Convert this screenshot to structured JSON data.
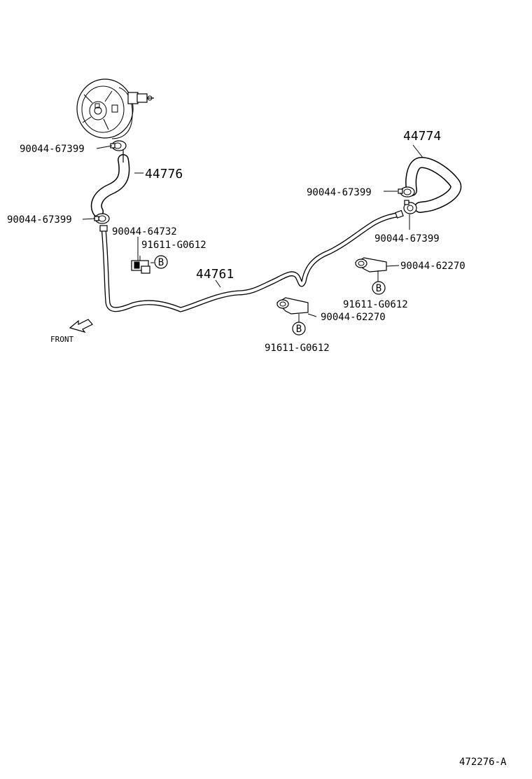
{
  "labels": {
    "clamp_booster_top": "90044-67399",
    "hose_upper_left": "44776",
    "clamp_left_lower": "90044-67399",
    "clip_left": "90044-64732",
    "bolt_left": "91611-G0612",
    "tube_main": "44761",
    "hose_right": "44774",
    "clamp_right_upper": "90044-67399",
    "clamp_right_lower": "90044-67399",
    "clamp_bracket_right": "90044-62270",
    "bolt_right": "91611-G0612",
    "clamp_bracket_center": "90044-62270",
    "bolt_center": "91611-G0612",
    "front_arrow": "FRONT",
    "figure_number": "472276-A"
  },
  "callout_letter": "B"
}
